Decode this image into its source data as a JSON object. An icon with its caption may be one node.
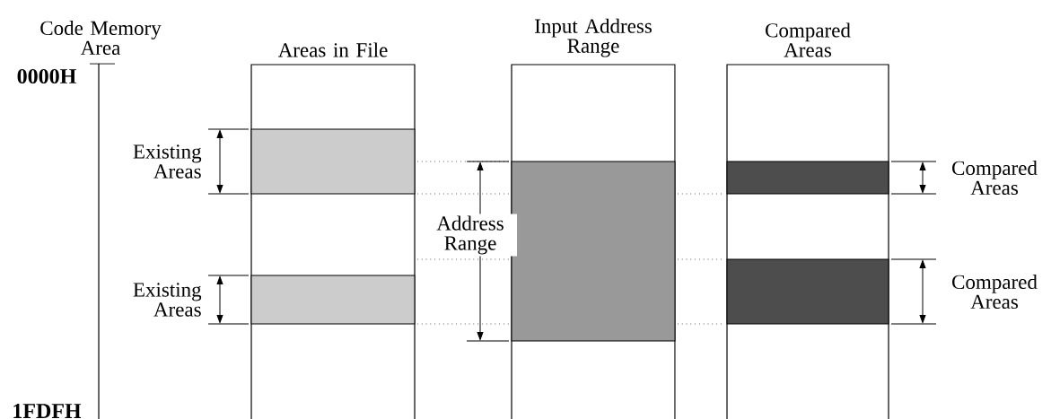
{
  "diagram": {
    "nodes": [
      {
        "text": [
          "Areas in File"
        ]
      },
      {
        "text": [],
        "shape": "box",
        "in": 0
      },
      {
        "text": [],
        "shape": "box",
        "in": 0
      },
      {
        "text": [
          "Input Address Range"
        ]
      },
      {
        "text": [],
        "shape": "box",
        "in": 3
      },
      {
        "text": [
          "Compared Areas"
        ]
      },
      {
        "text": [],
        "shape": "box",
        "in": 5
      },
      {
        "text": [],
        "shape": "box",
        "in": 5
      }
    ],
    "labels": [
      "Code Memory Area",
      "0000H",
      "Existing Areas",
      "Address Range",
      "Compared Areas",
      "Existing Areas",
      "Compared Areas",
      "1FDFH"
    ]
  }
}
